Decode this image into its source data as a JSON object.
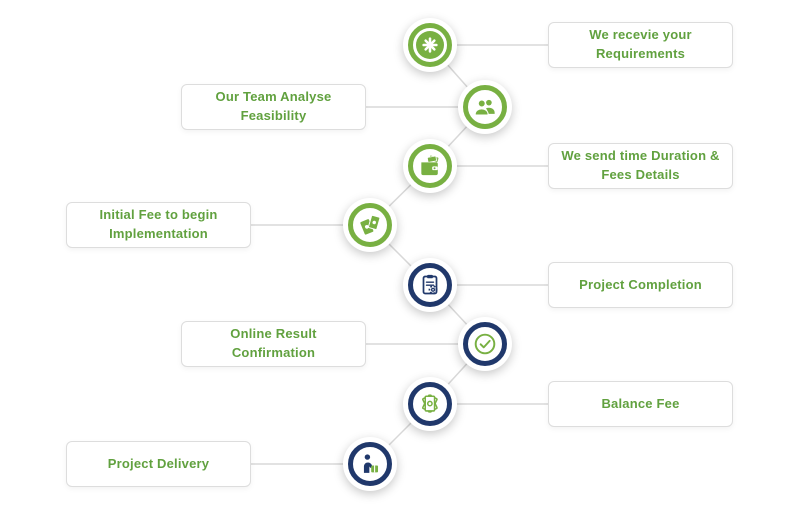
{
  "palette": {
    "green": "#78b042",
    "navy": "#20386b",
    "label_text": "#61a13f",
    "connector_line": "#d8d8d8",
    "box_border": "#dddddd"
  },
  "steps": [
    {
      "label": "We recevie your\nRequirements",
      "side": "right",
      "ring_color": "green",
      "icon": "asterisk-icon"
    },
    {
      "label": "Our Team Analyse\nFeasibility",
      "side": "left",
      "ring_color": "green",
      "icon": "team-icon"
    },
    {
      "label": "We send time Duration &\nFees Details",
      "side": "right",
      "ring_color": "green",
      "icon": "wallet-icon"
    },
    {
      "label": "Initial Fee to begin\nImplementation",
      "side": "left",
      "ring_color": "green",
      "icon": "banknotes-icon"
    },
    {
      "label": "Project Completion",
      "side": "right",
      "ring_color": "navy",
      "icon": "clipboard-gear-icon"
    },
    {
      "label": "Online Result Confirmation",
      "side": "left",
      "ring_color": "navy",
      "icon": "check-circle-icon"
    },
    {
      "label": "Balance Fee",
      "side": "right",
      "ring_color": "navy",
      "icon": "cash-fan-icon"
    },
    {
      "label": "Project Delivery",
      "side": "left",
      "ring_color": "navy",
      "icon": "delivery-person-icon"
    }
  ]
}
